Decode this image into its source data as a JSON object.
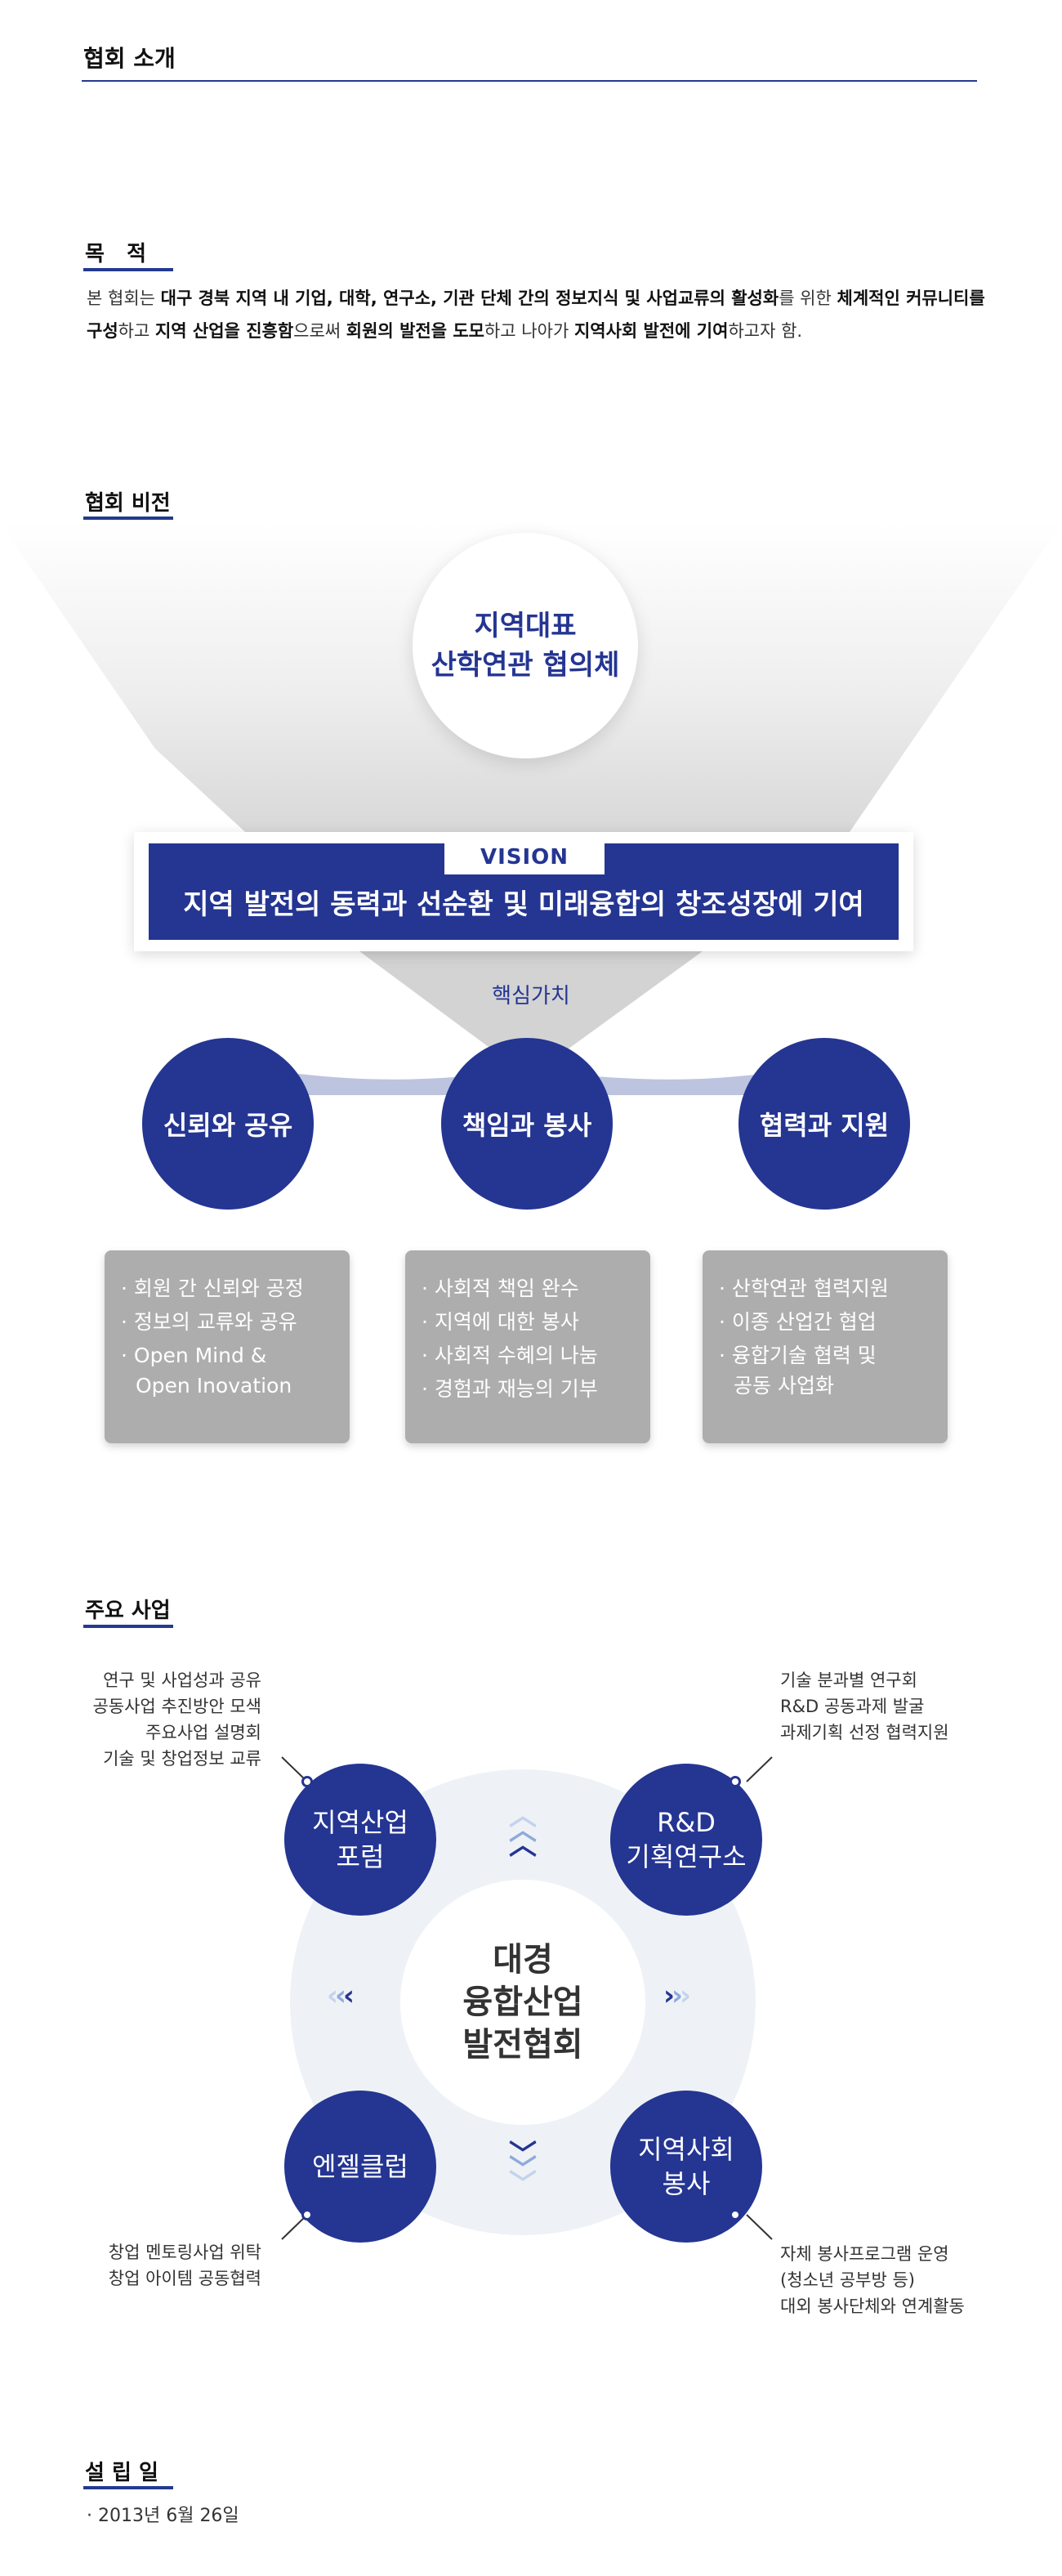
{
  "header": {
    "title": "협회 소개"
  },
  "purpose": {
    "title": "목   적",
    "parts": [
      {
        "t": "본 협회는 ",
        "b": false
      },
      {
        "t": "대구 경북 지역 내 기업, 대학, 연구소, 기관 단체 간의 정보지식 및 사업교류의 활성화",
        "b": true
      },
      {
        "t": "를 위한 ",
        "b": false
      },
      {
        "t": "체계적인 커뮤니티를 구성",
        "b": true
      },
      {
        "t": "하고 ",
        "b": false
      },
      {
        "t": "지역 산업을 진흥함",
        "b": true
      },
      {
        "t": "으로써 ",
        "b": false
      },
      {
        "t": "회원의 발전을 도모",
        "b": true
      },
      {
        "t": "하고 나아가 ",
        "b": false
      },
      {
        "t": "지역사회 발전에 기여",
        "b": true
      },
      {
        "t": "하고자 함.",
        "b": false
      }
    ]
  },
  "vision": {
    "title": "협회 비전",
    "top_circle": [
      "지역대표",
      "산학연관 협의체"
    ],
    "tab_label": "VISION",
    "statement": "지역 발전의 동력과 선순환 및 미래융합의 창조성장에 기여",
    "core_label": "핵심가치",
    "values": [
      {
        "name": "신뢰와 공유",
        "items": [
          "· 회원 간 신뢰와 공정",
          "· 정보의 교류와 공유",
          "· Open Mind &",
          "Open Inovation"
        ]
      },
      {
        "name": "책임과 봉사",
        "items": [
          "· 사회적 책임 완수",
          "· 지역에 대한 봉사",
          "· 사회적 수혜의 나눔",
          "· 경험과 재능의 기부"
        ]
      },
      {
        "name": "협력과 지원",
        "items": [
          "· 산학연관 협력지원",
          "· 이종 산업간 협업",
          "· 융합기술 협력 및",
          "공동 사업화"
        ]
      }
    ]
  },
  "business": {
    "title": "주요 사업",
    "center": [
      "대경",
      "융합산업",
      "발전협회"
    ],
    "items": [
      {
        "name": [
          "지역산업",
          "포럼"
        ],
        "desc": [
          "연구 및 사업성과 공유",
          "공동사업 추진방안 모색",
          "주요사업 설명회",
          "기술 및 창업정보 교류"
        ]
      },
      {
        "name": [
          "R&D",
          "기획연구소"
        ],
        "desc": [
          "기술 분과별 연구회",
          "R&D 공동과제 발굴",
          "과제기획 선정 협력지원"
        ]
      },
      {
        "name": [
          "엔젤클럽"
        ],
        "desc": [
          "창업 멘토링사업 위탁",
          "창업 아이템 공동협력"
        ]
      },
      {
        "name": [
          "지역사회",
          "봉사"
        ],
        "desc": [
          "자체 봉사프로그램 운영",
          "(청소년 공부방 등)",
          "대외 봉사단체와 연계활동"
        ]
      }
    ]
  },
  "founding": {
    "title": "설 립 일",
    "date": "· 2013년 6월 26일"
  },
  "colors": {
    "primary": "#243592",
    "light_band": "#bcc4e0",
    "box_gray": "#adadad"
  }
}
